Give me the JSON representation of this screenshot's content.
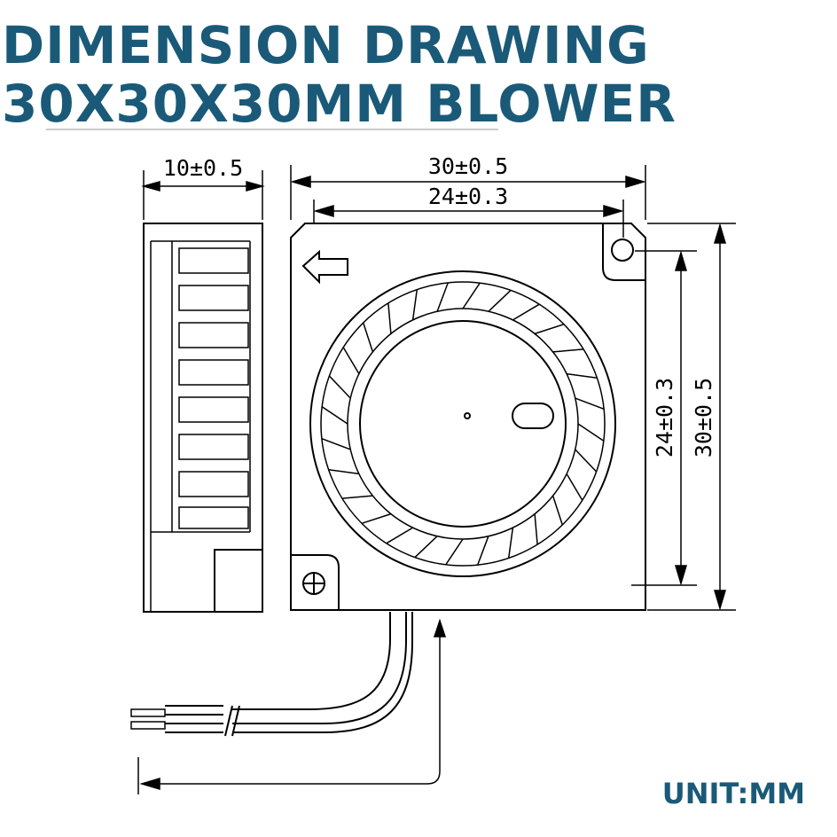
{
  "title_line_1": "DIMENSION DRAWING",
  "title_line_2": "30X30X30MM BLOWER",
  "unit_label": "UNIT:MM",
  "dims": {
    "thickness": "10±0.5",
    "outer_width": "30±0.5",
    "hole_spacing_horizontal": "24±0.3",
    "hole_spacing_vertical": "24±0.3",
    "outer_height": "30±0.5"
  },
  "colors": {
    "title": "#1a5a78",
    "line": "#000000",
    "background": "#ffffff"
  },
  "icons": {
    "airflow": "outlet-arrow-icon",
    "screw": "screw-head-icon"
  }
}
